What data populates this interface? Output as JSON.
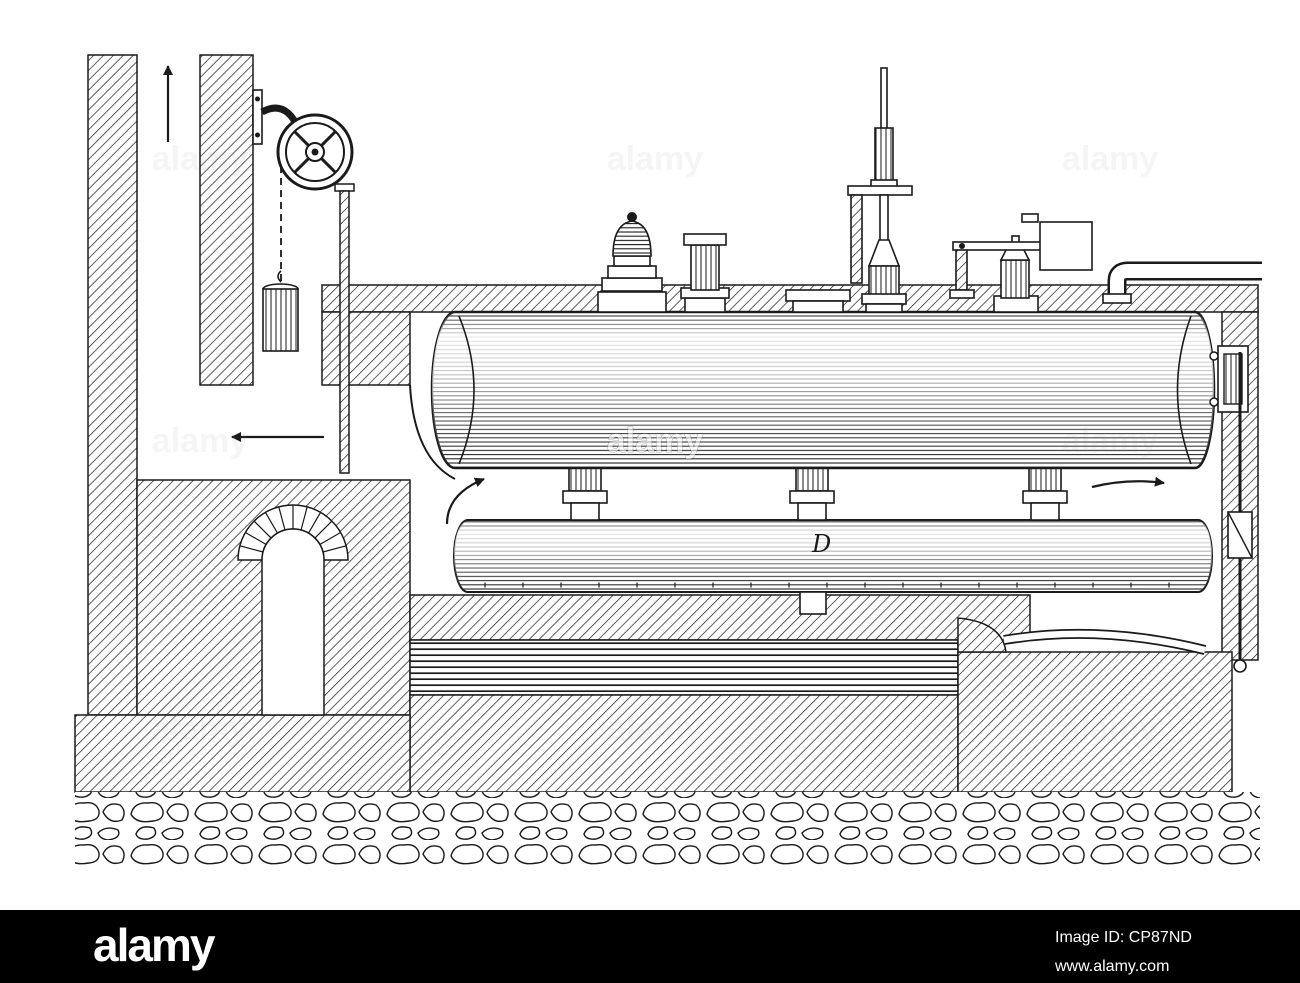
{
  "figure": {
    "label_d": "D"
  },
  "watermark": {
    "text": "alamy"
  },
  "footer": {
    "logo": "alamy",
    "image_id": "Image ID: CP87ND",
    "url": "www.alamy.com"
  },
  "colors": {
    "ink": "#1a1a1a",
    "paper": "#ffffff",
    "footer_bg": "#000000",
    "watermark": "#ffffff"
  }
}
